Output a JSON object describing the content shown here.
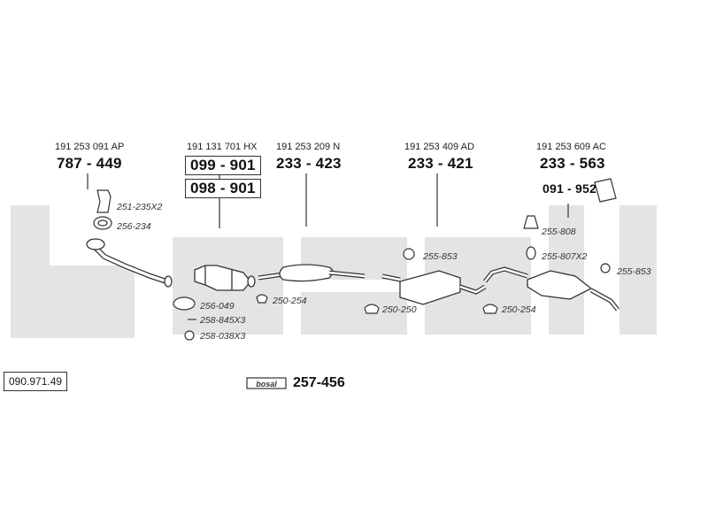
{
  "diagram": {
    "page_number": "090.971.49",
    "brand": "bosal",
    "headers": [
      {
        "oem": "191 253 091 AP",
        "main": "787 - 449"
      },
      {
        "oem": "191 131 701 HX",
        "main": "099 - 901",
        "main2": "098 - 901"
      },
      {
        "oem": "191 253 209 N",
        "main": "233 - 423"
      },
      {
        "oem": "191 253 409 AD",
        "main": "233 - 421"
      },
      {
        "oem": "191 253 609 AC",
        "main": "233 - 563"
      }
    ],
    "extra_part": "091 - 952",
    "parts": {
      "p251_235": "251-235X2",
      "p256_234": "256-234",
      "p256_049": "256-049",
      "p258_845": "258-845X3",
      "p258_038": "258-038X3",
      "p250_254a": "250-254",
      "p255_853a": "255-853",
      "p250_250": "250-250",
      "p250_254b": "250-254",
      "p255_808": "255-808",
      "p255_807": "255-807X2",
      "p255_853b": "255-853"
    },
    "bottom_part": "257-456",
    "colors": {
      "watermark": "#e4e4e4",
      "line": "#333333"
    }
  }
}
